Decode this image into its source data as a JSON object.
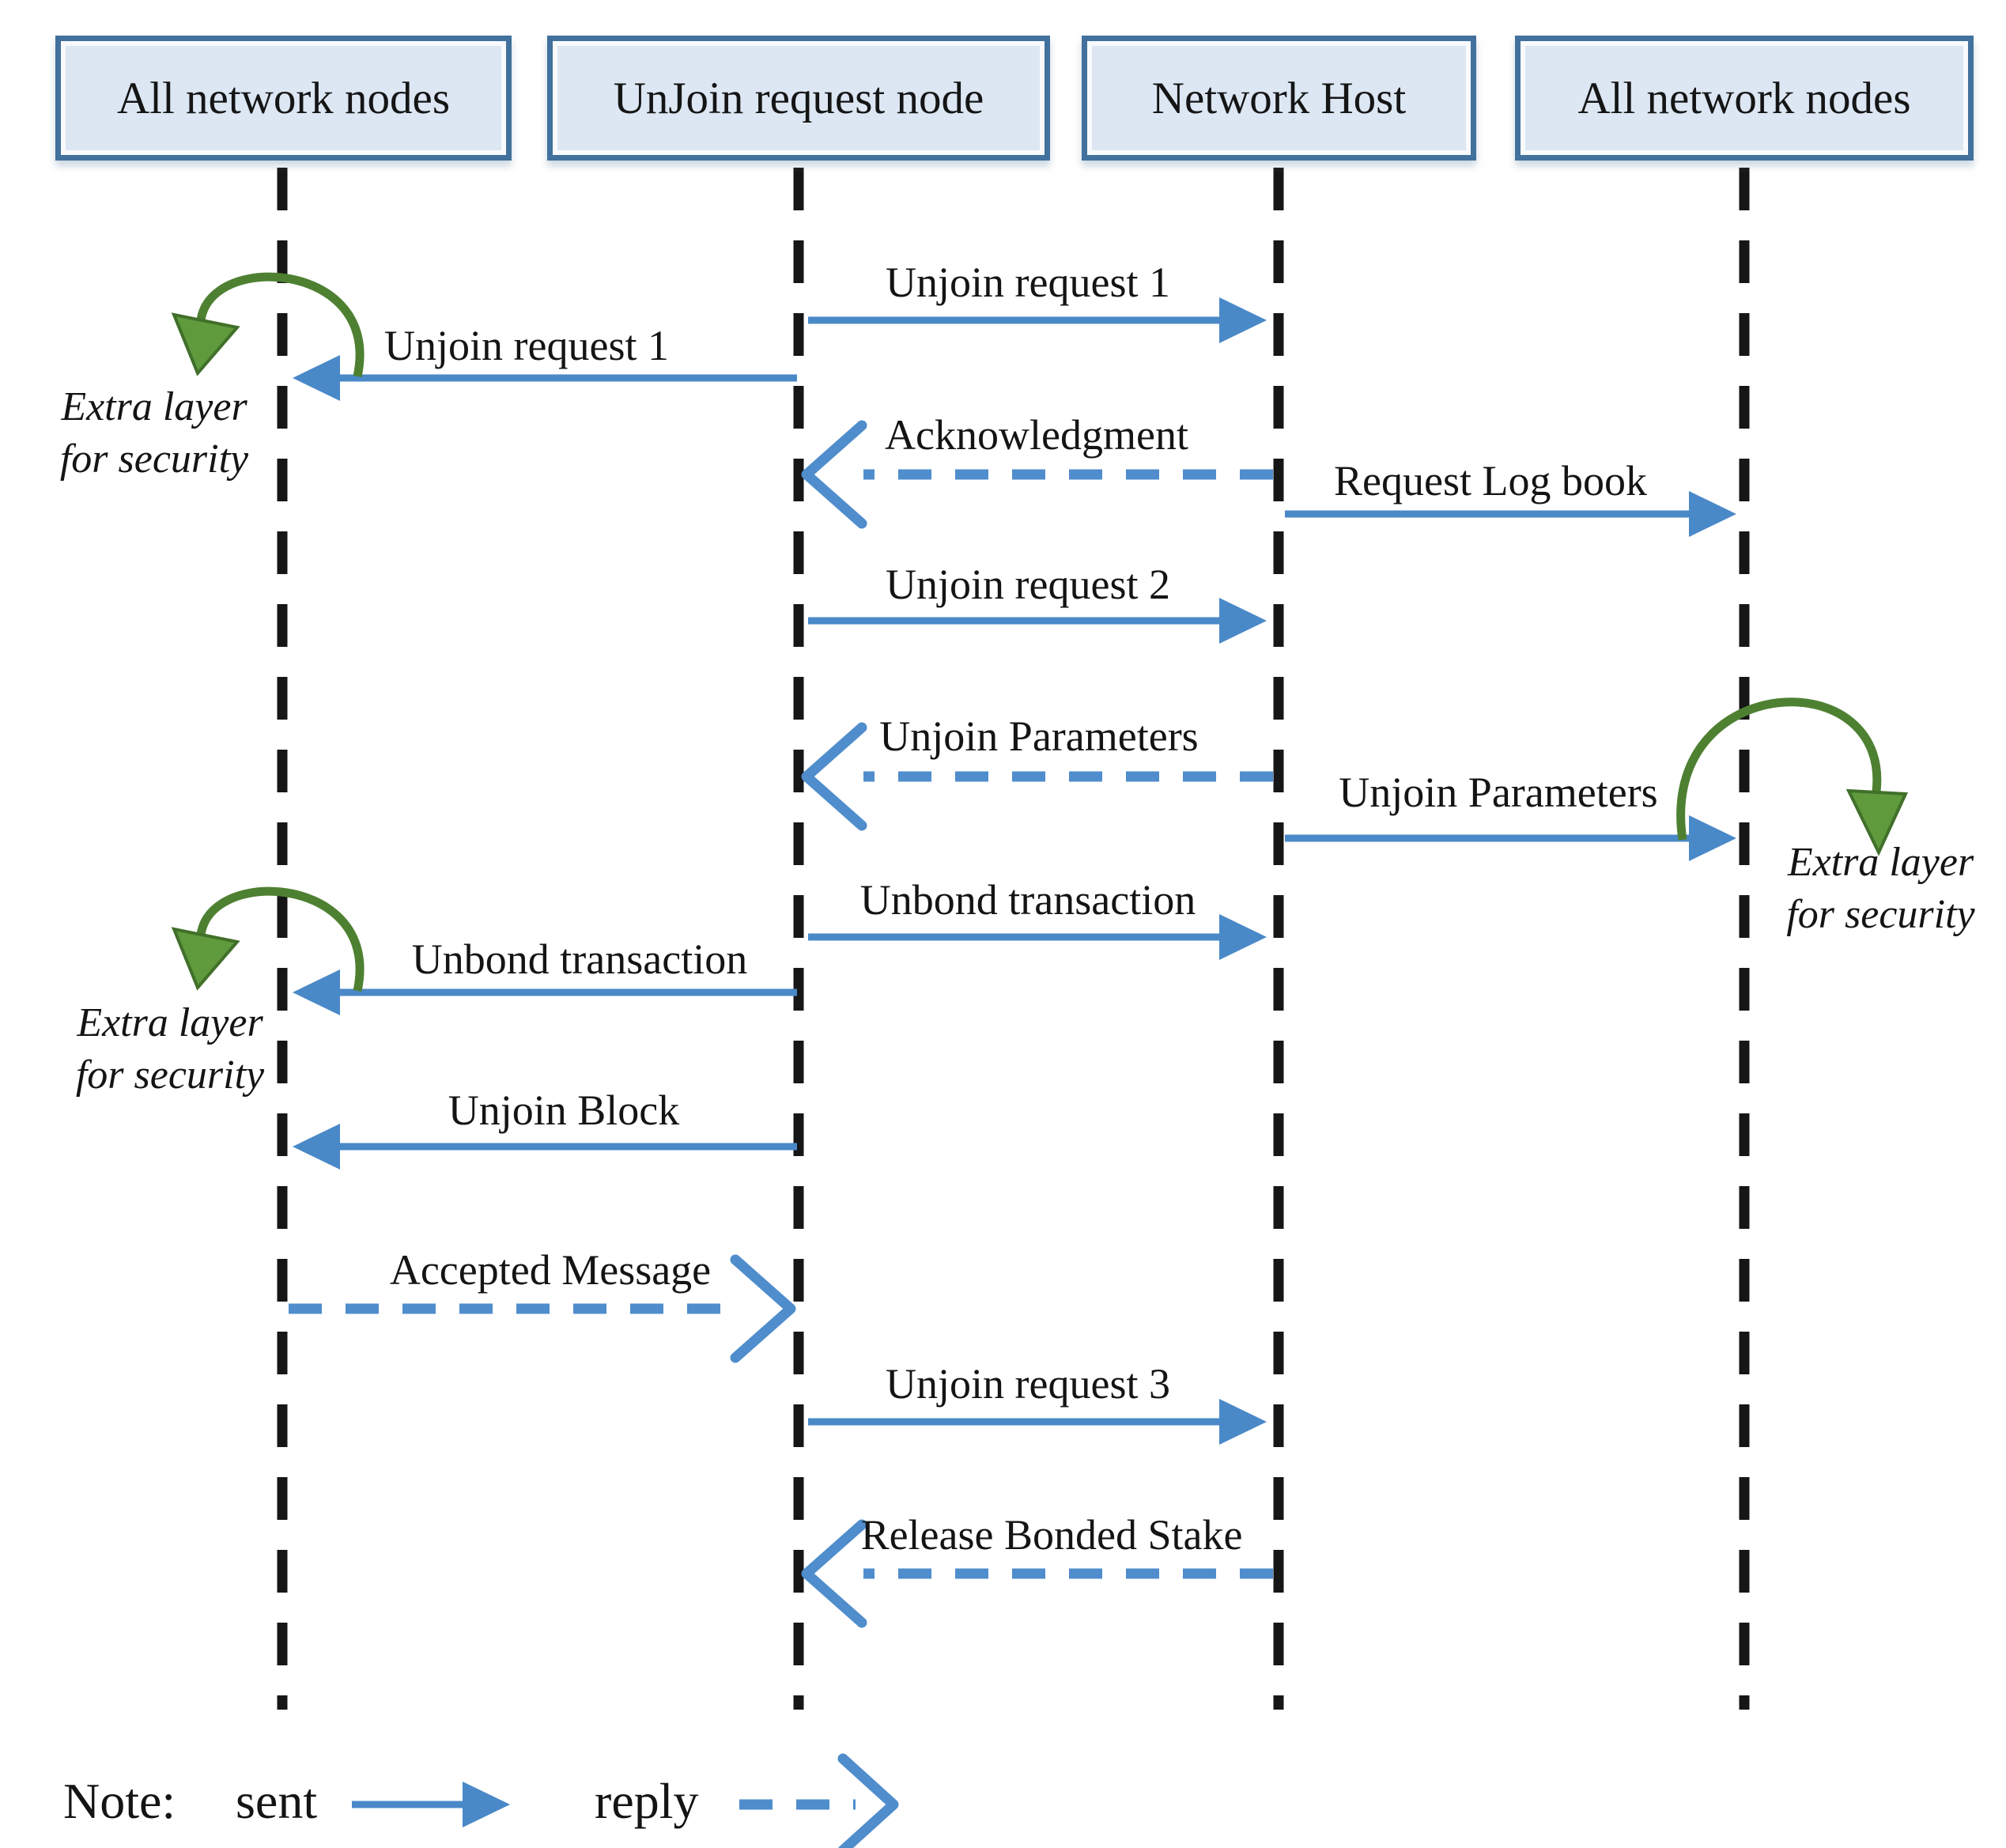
{
  "diagram": {
    "title": "UnJoin protocol sequence diagram",
    "colors": {
      "message_blue": "#4a89c8",
      "security_green": "#4e8032",
      "actor_fill": "#dce7f3",
      "actor_border": "#41719c",
      "lifeline_black": "#161616",
      "text_black": "#141414"
    },
    "actors": [
      {
        "label": "All network nodes"
      },
      {
        "label": "UnJoin request node"
      },
      {
        "label": "Network Host"
      },
      {
        "label": "All network nodes"
      }
    ],
    "messages": [
      {
        "label": "Unjoin request 1",
        "from": "UnJoin request node",
        "to": "Network Host",
        "type": "sent"
      },
      {
        "label": "Unjoin request 1",
        "from": "UnJoin request node",
        "to": "All network nodes",
        "type": "sent"
      },
      {
        "label": "Acknowledgment",
        "from": "Network Host",
        "to": "UnJoin request node",
        "type": "reply"
      },
      {
        "label": "Request Log book",
        "from": "Network Host",
        "to": "All network nodes",
        "type": "sent"
      },
      {
        "label": "Unjoin request 2",
        "from": "UnJoin request node",
        "to": "Network Host",
        "type": "sent"
      },
      {
        "label": "Unjoin Parameters",
        "from": "Network Host",
        "to": "UnJoin request node",
        "type": "reply"
      },
      {
        "label": "Unjoin Parameters",
        "from": "Network Host",
        "to": "All network nodes",
        "type": "sent"
      },
      {
        "label": "Unbond transaction",
        "from": "UnJoin request node",
        "to": "Network Host",
        "type": "sent"
      },
      {
        "label": "Unbond transaction",
        "from": "UnJoin request node",
        "to": "All network nodes",
        "type": "sent"
      },
      {
        "label": "Unjoin Block",
        "from": "UnJoin request node",
        "to": "All network nodes",
        "type": "sent"
      },
      {
        "label": "Accepted Message",
        "from": "All network nodes",
        "to": "UnJoin request node",
        "type": "reply"
      },
      {
        "label": "Unjoin request 3",
        "from": "UnJoin request node",
        "to": "Network Host",
        "type": "sent"
      },
      {
        "label": "Release Bonded Stake",
        "from": "Network Host",
        "to": "UnJoin request node",
        "type": "reply"
      }
    ],
    "annotations": [
      {
        "line1": "Extra layer",
        "line2": "for security"
      },
      {
        "line1": "Extra layer",
        "line2": "for security"
      },
      {
        "line1": "Extra layer",
        "line2": "for security"
      }
    ],
    "legend": {
      "note_label": "Note:",
      "sent_label": "sent",
      "reply_label": "reply"
    }
  }
}
